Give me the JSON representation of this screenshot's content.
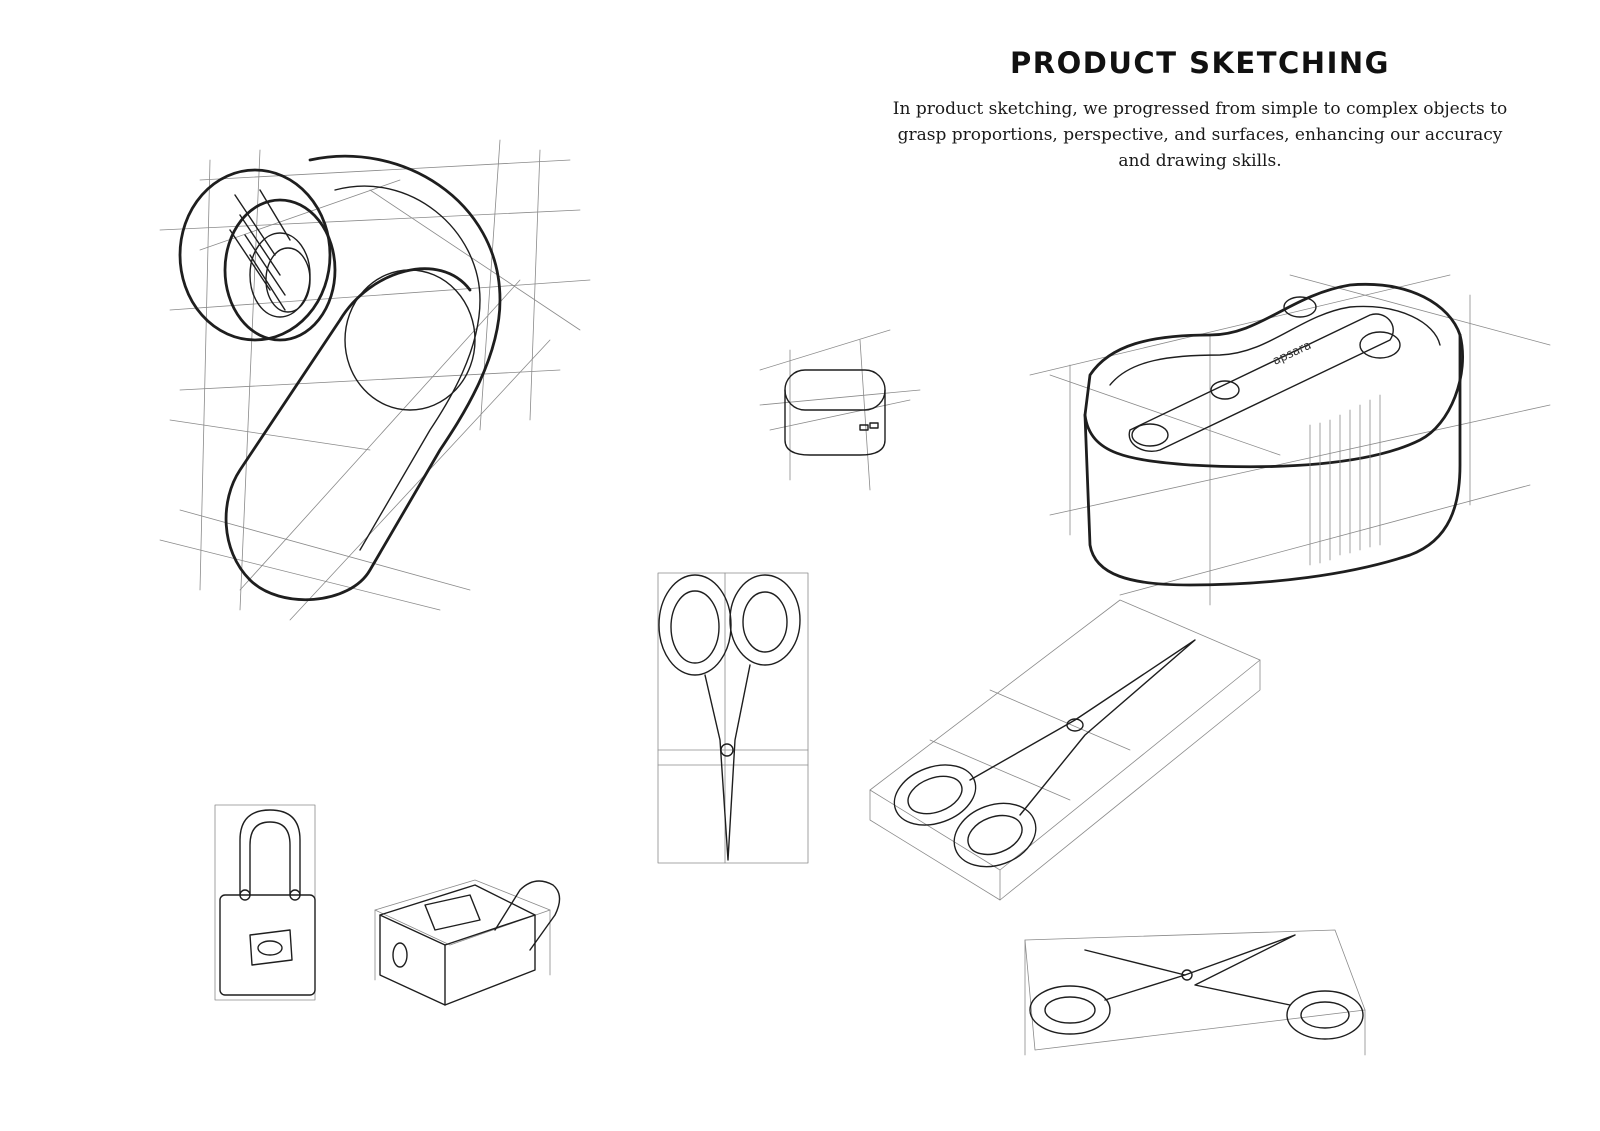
{
  "header": {
    "title": "PRODUCT SKETCHING",
    "description": "In product sketching, we progressed from simple to complex objects to grasp proportions, perspective, and surfaces, enhancing our accuracy and drawing skills."
  },
  "sketches": [
    {
      "id": "tape-dispenser-closeup",
      "label": "apsara"
    },
    {
      "id": "tape-dispenser-small"
    },
    {
      "id": "sharpener-box"
    },
    {
      "id": "scissors-front"
    },
    {
      "id": "scissors-perspective"
    },
    {
      "id": "scissors-open"
    },
    {
      "id": "padlock-front"
    },
    {
      "id": "padlock-side"
    }
  ],
  "colors": {
    "ink": "#1e1e1e",
    "construction": "#8a8a8a",
    "background": "#ffffff"
  }
}
